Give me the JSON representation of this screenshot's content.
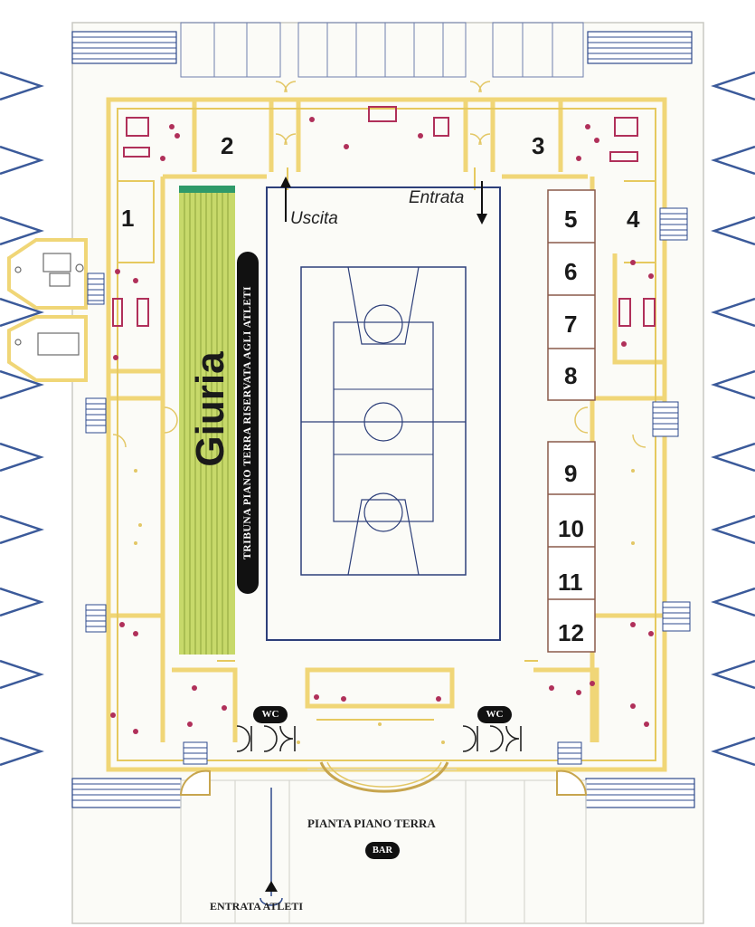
{
  "map": {
    "labels": {
      "room_1": "1",
      "room_2": "2",
      "room_3": "3",
      "room_4": "4",
      "room_5": "5",
      "room_6": "6",
      "room_7": "7",
      "room_8": "8",
      "room_9": "9",
      "room_10": "10",
      "room_11": "11",
      "room_12": "12",
      "uscita": "Uscita",
      "entrata": "Entrata",
      "giuria": "Giuria",
      "tribuna": "TRIBUNA PIANO TERRA RISERVATA AGLI ATLETI",
      "wc": "WC",
      "pianta": "PIANTA PIANO TERRA",
      "bar": "BAR",
      "entrata_atleti": "ENTRATA ATLETI"
    },
    "colors": {
      "wall": "#f3e08a",
      "wall_dark": "#e3c766",
      "court": "#2d3f7a",
      "stairs": "#2e4a8c",
      "seating": "#b9cf4f",
      "partition": "#8a5a4a",
      "fixture": "#b0305a"
    }
  }
}
